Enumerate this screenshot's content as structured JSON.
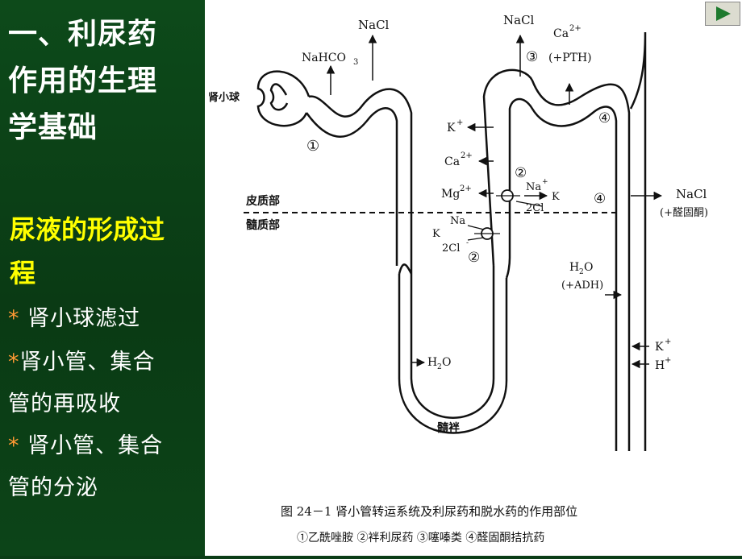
{
  "slide": {
    "title_line1": "一、利尿药",
    "title_line2": "作用的生理",
    "title_line3": "学基础",
    "subtitle_line1": "尿液的形成过",
    "subtitle_line2": "程",
    "bullets": [
      {
        "star": "*",
        "line1": "肾小球滤过",
        "line2": ""
      },
      {
        "star": "*",
        "line1": "肾小管、集合",
        "line2": "管的再吸收"
      },
      {
        "star": "*",
        "line1": " 肾小管、集合",
        "line2": "管的分泌"
      }
    ]
  },
  "figure": {
    "caption": "图 24－1   肾小管转运系统及利尿药和脱水药的作用部位",
    "legend": "①乙酰唑胺   ②袢利尿药   ③噻嗪类   ④醛固酮拮抗药",
    "labels": {
      "glomerulus": "肾小球",
      "cortex": "皮质部",
      "medulla": "髓质部",
      "loop": "髓袢",
      "nacl_1": "NaCl",
      "nahco3": "NaHCO",
      "nahco3_sub": "3",
      "nacl_2": "NaCl",
      "ca_top": "Ca",
      "ca_top_sup": "2+",
      "pth": "(+PTH)",
      "k_left": "K",
      "k_sup": "+",
      "ca_mid": "Ca",
      "ca_mid_sup": "2+",
      "mg": "Mg",
      "mg_sup": "2+",
      "na_up": "Na",
      "na_sup": "+",
      "k_up": "K",
      "cl_up": "2Cl",
      "cl_sup": "-",
      "na_low": "Na",
      "k_low": "K",
      "cl_low": "2Cl",
      "nacl_right": "NaCl",
      "aldo": "(+醛固酮)",
      "h2o_adh": "H",
      "h2o_adh_sub": "2",
      "h2o_adh_o": "O",
      "adh": "(+ADH)",
      "h2o_loop": "H",
      "h2o_loop_sub": "2",
      "h2o_loop_o": "O",
      "k_right": "K",
      "h_right": "H",
      "site1": "①",
      "site2a": "②",
      "site2b": "②",
      "site3": "③",
      "site4a": "④",
      "site4b": "④"
    }
  },
  "nav": {
    "icon": "play-next-icon"
  }
}
